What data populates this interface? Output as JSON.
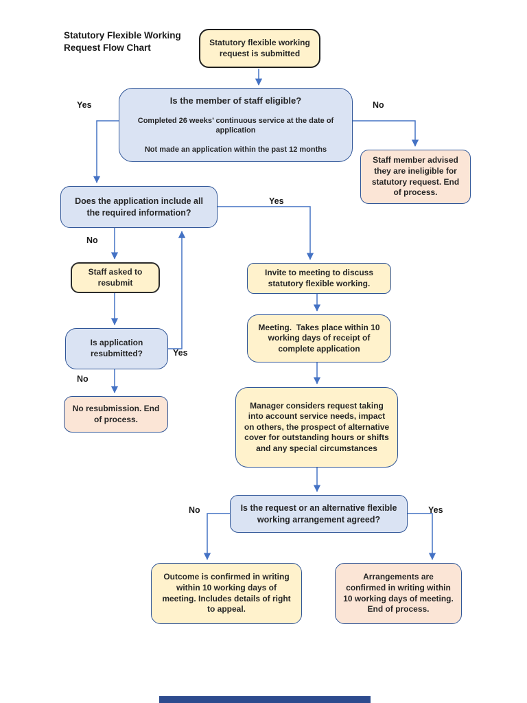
{
  "title": "Statutory Flexible Working Request Flow Chart",
  "colors": {
    "blue_fill": "#dae3f3",
    "yellow_fill": "#fff2cc",
    "pink_fill": "#fbe5d6",
    "border_blue": "#2f5597",
    "connector": "#4472c4",
    "footer_bar": "#2d4b8e"
  },
  "nodes": {
    "start": "Statutory flexible working request is submitted",
    "eligible": {
      "question": "Is the member of staff eligible?",
      "criterion1": "Completed 26 weeks’ continuous service at the date of application",
      "criterion2": "Not made an application within the past 12 months"
    },
    "ineligible": "Staff member advised they are ineligible for statutory request. End of process.",
    "complete_info": "Does the application include all the required information?",
    "resubmit": "Staff asked to resubmit",
    "resubmitted": "Is application resubmitted?",
    "no_resubmission": "No resubmission. End of process.",
    "invite": "Invite to meeting to discuss statutory flexible working.",
    "meeting": "Meeting.  Takes place within 10 working days of receipt of complete application",
    "manager": "Manager considers request taking into account service needs, impact on others, the prospect of alternative cover for outstanding hours or shifts and any special circumstances",
    "agreed": "Is the request or an alternative flexible working arrangement agreed?",
    "outcome": "Outcome is confirmed in writing within 10 working days of meeting. Includes details of right to appeal.",
    "arrangements": "Arrangements are confirmed in writing within 10 working days of meeting. End of process."
  },
  "labels": {
    "eligible_yes": "Yes",
    "eligible_no": "No",
    "complete_no": "No",
    "complete_yes": "Yes",
    "resubmitted_yes": "Yes",
    "resubmitted_no": "No",
    "agreed_no": "No",
    "agreed_yes": "Yes"
  }
}
